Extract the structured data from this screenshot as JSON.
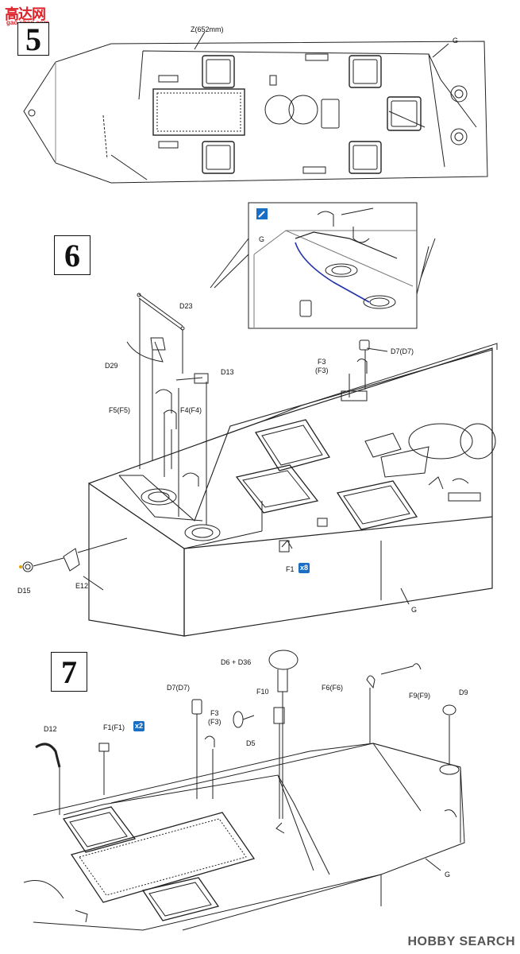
{
  "watermark_top": {
    "brand": "高达网",
    "sub": "gao.shan.com"
  },
  "watermark_bottom": {
    "brand": "HOBBY SEARCH"
  },
  "steps": [
    {
      "number": "5",
      "labels": {
        "z_dim": "Z(652mm)",
        "g": "G"
      }
    },
    {
      "number": "6",
      "labels": {
        "g_inset": "G",
        "d23": "D23",
        "d29": "D29",
        "d13": "D13",
        "d7": "D7(D7)",
        "f3": "F3",
        "f3b": "(F3)",
        "f5": "F5(F5)",
        "f4": "F4(F4)",
        "d15": "D15",
        "e12": "E12",
        "f1": "F1",
        "f1_qty": "x8",
        "g_hull": "G"
      }
    },
    {
      "number": "7",
      "labels": {
        "d6d36": "D6 + D36",
        "d7": "D7(D7)",
        "f10": "F10",
        "f6": "F6(F6)",
        "f9": "F9(F9)",
        "d9": "D9",
        "d12": "D12",
        "f1": "F1(F1)",
        "f1_qty": "x2",
        "f3": "F3",
        "f3b": "(F3)",
        "d5": "D5",
        "g": "G"
      }
    }
  ],
  "colors": {
    "line": "#222222",
    "accent": "#1a6fc4",
    "cable": "#2233aa"
  }
}
